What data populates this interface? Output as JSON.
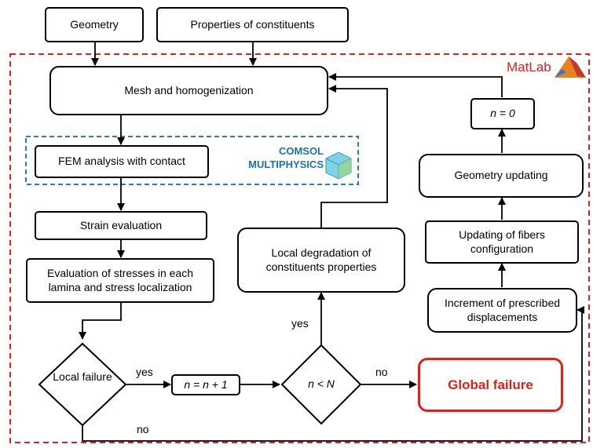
{
  "nodes": {
    "geometry": "Geometry",
    "properties": "Properties of constituents",
    "mesh": "Mesh and homogenization",
    "fem": "FEM analysis with contact",
    "strain": "Strain evaluation",
    "stress_line1": "Evaluation of stresses in each",
    "stress_line2": "lamina and stress localization",
    "local_failure_line1": "Local",
    "local_failure_line2": "failure",
    "increment_n": "n = n + 1",
    "n_less_N": "n < N",
    "global_failure": "Global failure",
    "degradation_line1": "Local degradation of",
    "degradation_line2": "constituents properties",
    "n_zero": "n = 0",
    "geometry_updating": "Geometry updating",
    "fibers_line1": "Updating of fibers",
    "fibers_line2": "configuration",
    "displacement_line1": "Increment of prescribed",
    "displacement_line2": "displacements"
  },
  "edge_labels": {
    "yes_to_increment": "yes",
    "yes_to_degradation": "yes",
    "no_to_global": "no",
    "no_loop": "no"
  },
  "regions": {
    "matlab_label": "MatLab",
    "comsol_line1": "COMSOL",
    "comsol_line2": "MULTIPHYSICS"
  },
  "colors": {
    "matlab_border": "#e0201b",
    "comsol_border": "#2a7bc0",
    "global_failure": "#e0201b"
  },
  "icons": [
    "matlab-logo-icon",
    "comsol-cube-icon"
  ]
}
